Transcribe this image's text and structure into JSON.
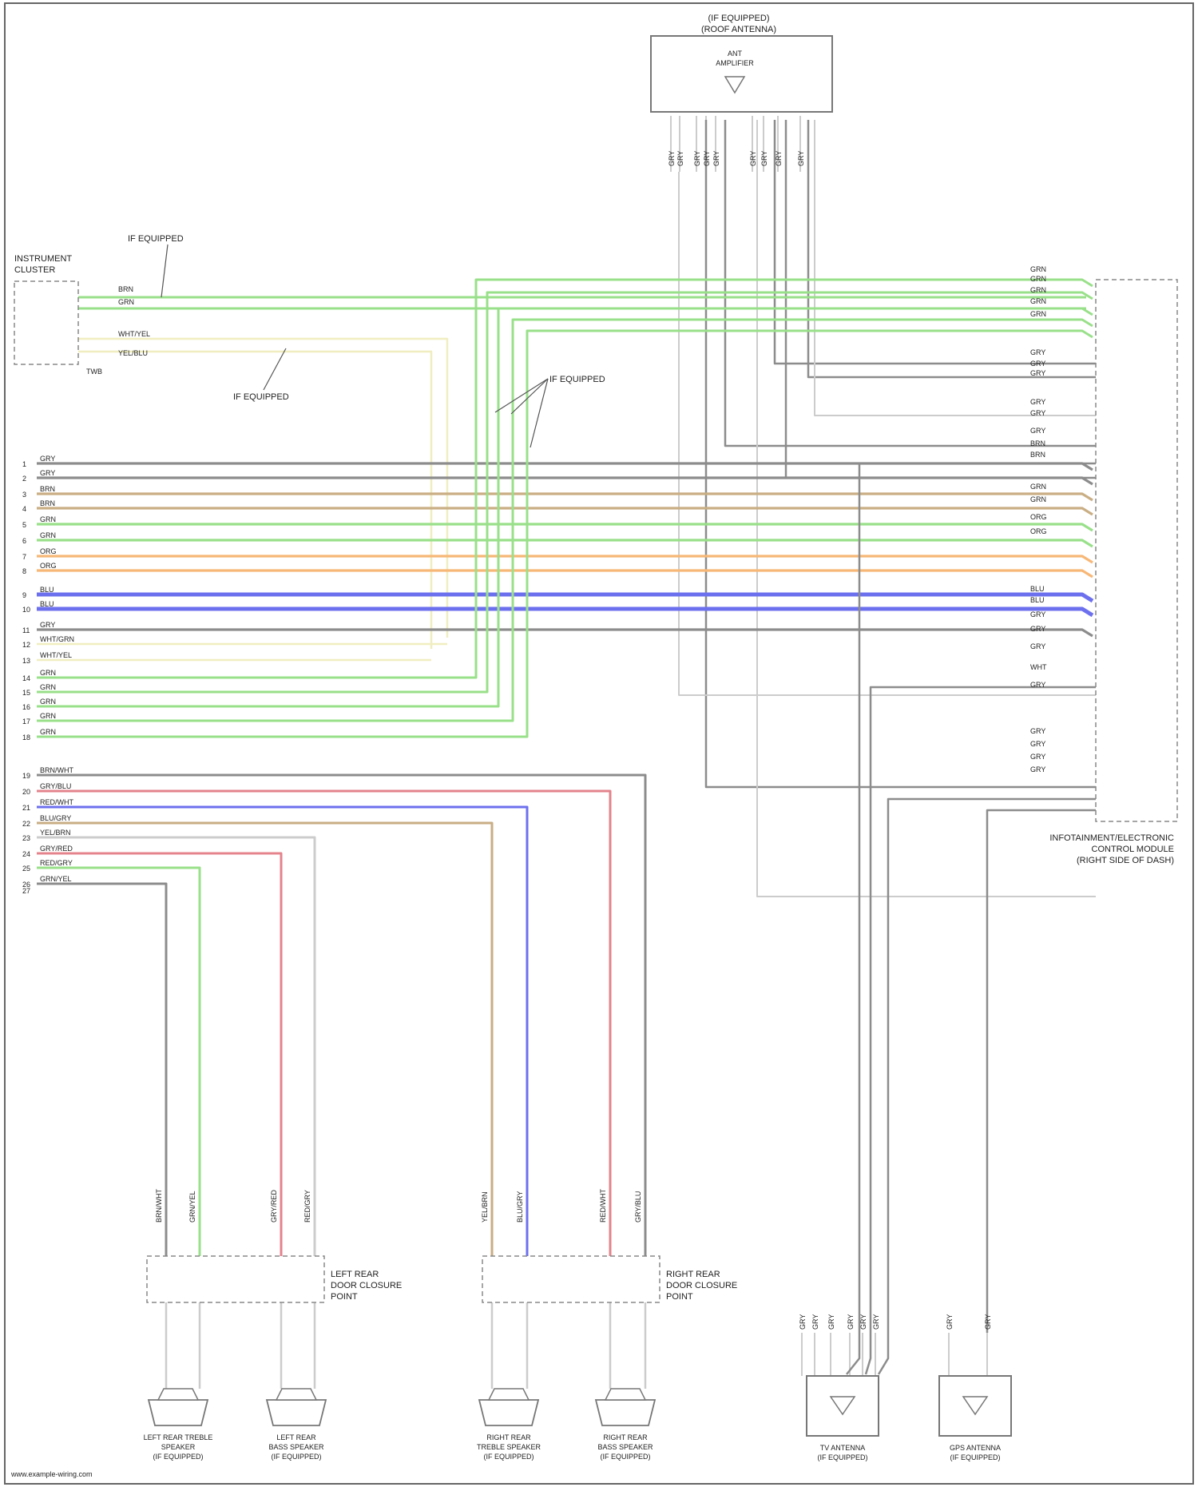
{
  "components": {
    "antenna_amp": {
      "title": [
        "(IF EQUIPPED)",
        "(ROOF ANTENNA)"
      ],
      "inner": [
        "ANT",
        "AMPLIFIER"
      ]
    },
    "instrument_cluster": [
      "INSTRUMENT",
      "CLUSTER"
    ],
    "control_module": [
      "INFOTAINMENT/ELECTRONIC",
      "CONTROL MODULE",
      "(RIGHT SIDE OF DASH)"
    ],
    "connector_lf": [
      "LEFT REAR",
      "DOOR CLOSURE",
      "POINT"
    ],
    "connector_rf": [
      "RIGHT REAR",
      "DOOR CLOSURE",
      "POINT"
    ],
    "spk_lr_treble": [
      "LEFT REAR TREBLE",
      "SPEAKER",
      "(IF EQUIPPED)"
    ],
    "spk_lr_bass": [
      "LEFT REAR",
      "BASS SPEAKER",
      "(IF EQUIPPED)"
    ],
    "spk_rr_treble": [
      "RIGHT REAR",
      "TREBLE SPEAKER",
      "(IF EQUIPPED)"
    ],
    "spk_rr_bass": [
      "RIGHT REAR",
      "BASS SPEAKER",
      "(IF EQUIPPED)"
    ],
    "tv_antenna": [
      "TV ANTENNA",
      "(IF EQUIPPED)"
    ],
    "gps_antenna": [
      "GPS ANTENNA",
      "(IF EQUIPPED)"
    ]
  },
  "callouts": {
    "if_equipped_1": "IF EQUIPPED",
    "if_equipped_2": "IF EQUIPPED",
    "if_equipped_3": "IF EQUIPPED"
  },
  "wire_labels": {
    "cluster_top": [
      "BRN",
      "GRN"
    ],
    "cluster_bottom": [
      "WHT/YEL",
      "YEL/BLU"
    ],
    "main": [
      "GRY",
      "GRY",
      "BRN",
      "BRN",
      "GRN",
      "GRN",
      "ORG",
      "ORG",
      "BLU",
      "BLU",
      "GRY",
      "WHT/GRN",
      "WHT/YEL",
      "GRN",
      "GRN",
      "GRN",
      "GRN",
      "GRN"
    ],
    "speaker_bundle": [
      "BRN/WHT",
      "GRY/BLU",
      "RED/WHT",
      "BLU/GRY",
      "YEL/BRN",
      "GRY/RED",
      "RED/GRY",
      "GRN/YEL"
    ],
    "speaker_vertical": [
      "BRN/WHT",
      "GRN/YEL",
      "GRY/RED",
      "RED/GRY",
      "YEL/BRN",
      "BLU/GRY",
      "RED/WHT",
      "GRY/BLU"
    ],
    "right_groups": [
      "GRN",
      "GRN",
      "GRN",
      "GRN",
      "GRN",
      "GRY",
      "GRY",
      "GRY",
      "GRY",
      "GRY",
      "GRY",
      "BRN",
      "BRN",
      "GRN",
      "GRN",
      "ORG",
      "ORG",
      "BLU",
      "BLU",
      "GRY",
      "GRY",
      "GRY",
      "WHT",
      "GRY",
      "GRY",
      "GRY",
      "GRY",
      "GRY"
    ],
    "antenna_legs": [
      "GRY",
      "GRY",
      "GRY",
      "GRY",
      "GRY",
      "GRY",
      "GRY",
      "GRY",
      "GRY"
    ],
    "tv_legs": [
      "GRY",
      "GRY",
      "GRY",
      "GRY",
      "GRY",
      "GRY"
    ],
    "gps_legs": [
      "GRY",
      "GRY"
    ]
  },
  "pin_numbers": {
    "main": [
      "1",
      "2",
      "3",
      "4",
      "5",
      "6",
      "7",
      "8",
      "9",
      "10",
      "11",
      "12",
      "13",
      "14",
      "15",
      "16",
      "17",
      "18"
    ],
    "speaker": [
      "19",
      "20",
      "21",
      "22",
      "23",
      "24",
      "25",
      "26",
      "27"
    ]
  },
  "footer": "www.example-wiring.com",
  "colors": {
    "green": "#99e08a",
    "gray": "#8c8c8c",
    "brown": "#c9ae84",
    "orange": "#f7b777",
    "blue": "#6d70ee",
    "yellow": "#f0eec0",
    "red": "#e4838c",
    "lightgray": "#cccccc"
  }
}
